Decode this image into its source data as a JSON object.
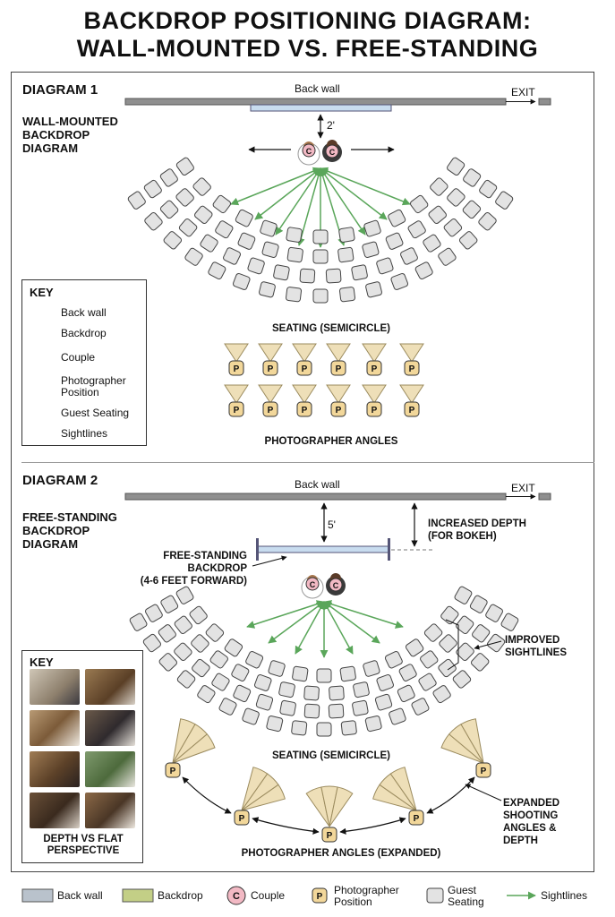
{
  "title": {
    "line1": "BACKDROP POSITIONING DIAGRAM:",
    "line2": "WALL-MOUNTED VS. FREE-STANDING"
  },
  "diagram1": {
    "header": "DIAGRAM 1",
    "subtitle": [
      "WALL-MOUNTED",
      "BACKDROP",
      "DIAGRAM"
    ],
    "back_wall": "Back wall",
    "exit": "EXIT",
    "distance": "2'",
    "couple_symbol": "C",
    "seating_caption": "SEATING (SEMICIRCLE)",
    "photographer_caption": "PHOTOGRAPHER ANGLES",
    "photographer_symbol": "P",
    "key": {
      "title": "KEY",
      "items": [
        "Back wall",
        "Backdrop",
        "Couple",
        "Photographer",
        "Position",
        "Guest Seating",
        "Sightlines"
      ]
    }
  },
  "diagram2": {
    "header": "DIAGRAM 2",
    "subtitle": [
      "FREE-STANDING",
      "BACKDROP",
      "DIAGRAM"
    ],
    "back_wall": "Back wall",
    "exit": "EXIT",
    "distance": "5'",
    "depth_note": [
      "INCREASED DEPTH",
      "(FOR BOKEH)"
    ],
    "backdrop_note": [
      "FREE-STANDING",
      "BACKDROP",
      "(4-6 FEET FORWARD)"
    ],
    "sightlines_note": [
      "IMPROVED",
      "SIGHTLINES"
    ],
    "seating_caption": "SEATING (SEMICIRCLE)",
    "angles_note": [
      "EXPANDED",
      "SHOOTING",
      "ANGLES &",
      "DEPTH"
    ],
    "photographer_caption": "PHOTOGRAPHER ANGLES (EXPANDED)",
    "key": {
      "title": "KEY",
      "caption": [
        "DEPTH VS FLAT",
        "PERSPECTIVE"
      ]
    }
  },
  "legend": {
    "back_wall": "Back wall",
    "backdrop": "Backdrop",
    "couple": "Couple",
    "photographer": [
      "Photographer",
      "Position"
    ],
    "guest": [
      "Guest",
      "Seating"
    ],
    "sightlines": "Sightlines"
  },
  "colors": {
    "wall": "#8f8f8f",
    "backdrop": "#c8dcef",
    "couple": "#f2b9c4",
    "photographer": "#f2d79a",
    "seat": "#e3e3e3",
    "sightline": "#5aa65a",
    "fan": "#eedfb8",
    "legend_backdrop": "#c3cf86"
  }
}
